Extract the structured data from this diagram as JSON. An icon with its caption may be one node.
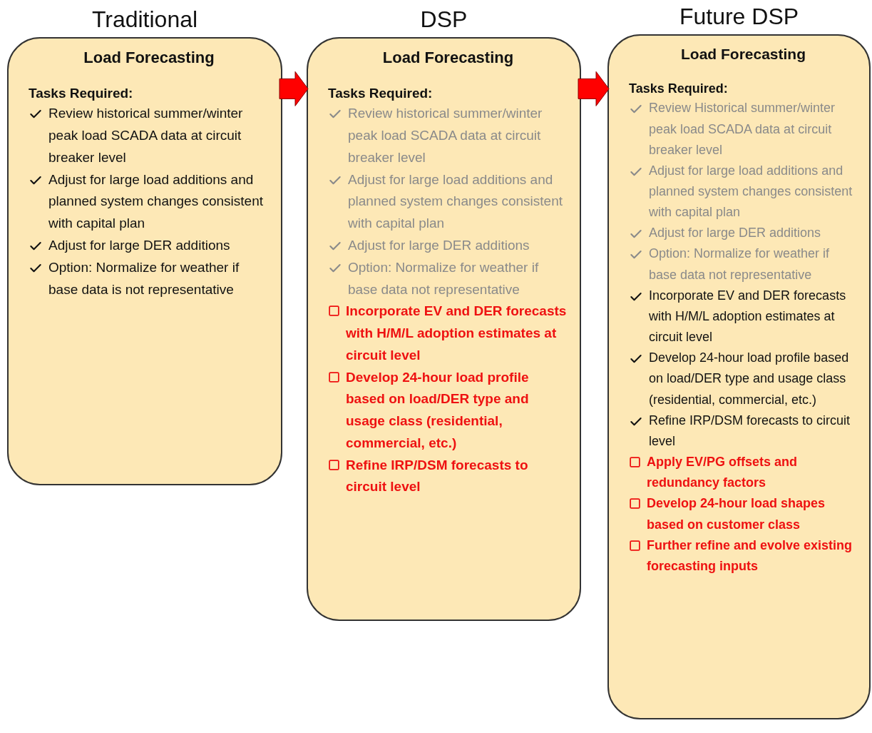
{
  "diagram": {
    "nodes": [
      {
        "text": [
          "Traditional",
          "Load Forecasting",
          "Tasks Required:",
          "Review historical summer/winter peak load SCADA data at circuit breaker level",
          "Adjust for large load additions and planned system changes consistent with capital plan",
          "Adjust for large DER additions",
          "Option: Normalize for weather if base data is not representative"
        ]
      },
      {
        "text": [
          "DSP",
          "Load Forecasting",
          "Tasks Required:",
          "Review historical summer/winter peak load SCADA data at circuit breaker level",
          "Adjust for large load additions and planned system changes consistent with capital plan",
          "Adjust for large DER additions",
          "Option: Normalize for weather if base data not representative",
          "Incorporate EV and DER forecasts with H/M/L adoption estimates at circuit level",
          "Develop 24-hour load profile based on load/DER type and usage class (residential, commercial, etc.)",
          "Refine IRP/DSM forecasts to circuit level"
        ]
      },
      {
        "text": [
          "Future DSP",
          "Load Forecasting",
          "Tasks Required:",
          "Review Historical summer/winter peak load SCADA data at circuit breaker level",
          "Adjust for large load additions and planned system changes consistent with capital plan",
          "Adjust for large DER additions",
          "Option: Normalize for weather if base data not representative",
          "Incorporate EV and DER forecasts with H/M/L adoption estimates  at circuit level",
          "Develop 24-hour load profile based on load/DER type and usage class (residential, commercial, etc.)",
          "Refine IRP/DSM forecasts to circuit level",
          "Apply EV/PG offsets and redundancy factors",
          "Develop 24-hour load shapes based on customer class",
          "Further refine and evolve existing forecasting inputs"
        ]
      }
    ],
    "edges": [
      {
        "from": 0,
        "to": 1,
        "arrow": "to",
        "style": "thick",
        "color": "#ff0000"
      },
      {
        "from": 1,
        "to": 2,
        "arrow": "to",
        "style": "thick",
        "color": "#ff0000"
      }
    ]
  }
}
